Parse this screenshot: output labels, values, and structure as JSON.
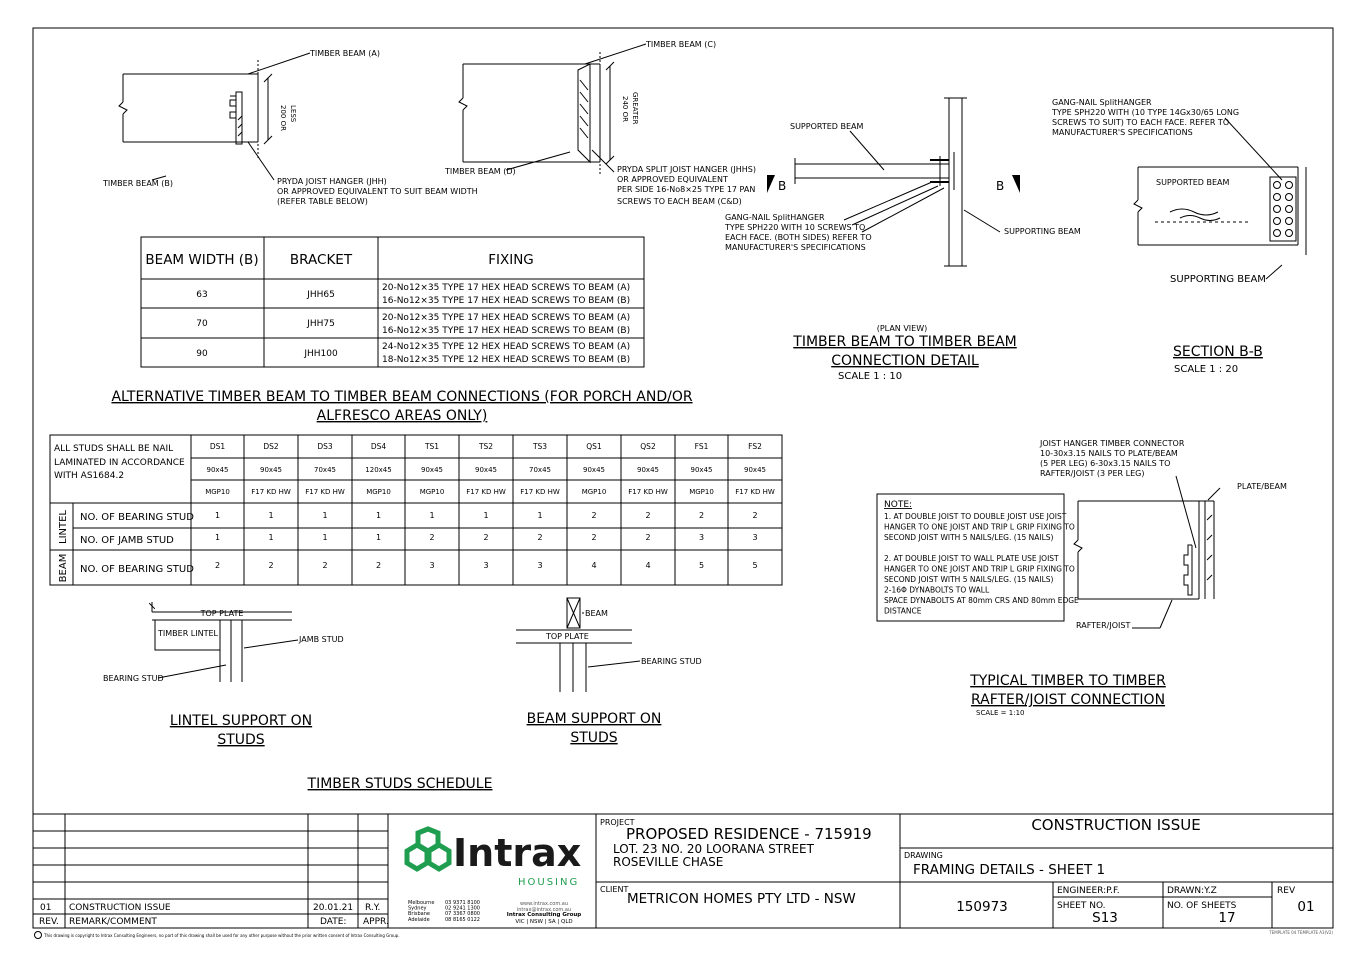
{
  "beam_details": {
    "beam_a_label": "TIMBER BEAM (A)",
    "beam_b_label": "TIMBER BEAM (B)",
    "beam_c_label": "TIMBER BEAM (C)",
    "beam_d_label": "TIMBER BEAM (D)",
    "dim_200": "200 OR",
    "dim_less": "LESS",
    "dim_240": "240 OR",
    "dim_greater": "GREATER",
    "jhh_note": [
      "PRYDA JOIST HANGER (JHH)",
      "OR APPROVED EQUIVALENT TO SUIT BEAM WIDTH",
      "(REFER TABLE BELOW)"
    ],
    "jhhs_note": [
      "PRYDA SPLIT JOIST HANGER (JHHS)",
      "OR APPROVED EQUIVALENT",
      "PER SIDE 16-No8×25 TYPE 17 PAN",
      "SCREWS TO EACH BEAM (C&D)"
    ]
  },
  "bracket_table": {
    "headers": [
      "BEAM WIDTH (B)",
      "BRACKET",
      "FIXING"
    ],
    "rows": [
      {
        "width": "63",
        "bracket": "JHH65",
        "fixing": [
          "20-No12×35 TYPE 17 HEX HEAD SCREWS TO BEAM (A)",
          "16-No12×35 TYPE 17 HEX HEAD SCREWS TO BEAM (B)"
        ]
      },
      {
        "width": "70",
        "bracket": "JHH75",
        "fixing": [
          "20-No12×35 TYPE 17 HEX HEAD SCREWS TO BEAM (A)",
          "16-No12×35 TYPE 17 HEX HEAD SCREWS TO BEAM (B)"
        ]
      },
      {
        "width": "90",
        "bracket": "JHH100",
        "fixing": [
          "24-No12×35 TYPE 12 HEX HEAD SCREWS TO BEAM (A)",
          "18-No12×35 TYPE 12 HEX HEAD SCREWS TO BEAM (B)"
        ]
      }
    ]
  },
  "alt_title": [
    "ALTERNATIVE TIMBER BEAM TO TIMBER BEAM CONNECTIONS (FOR PORCH AND/OR",
    "ALFRESCO AREAS ONLY)"
  ],
  "plan_detail": {
    "supported_beam": "SUPPORTED BEAM",
    "section_b": "B",
    "supporting_beam": "SUPPORTING BEAM",
    "gang_note": [
      "GANG-NAIL SplitHANGER",
      "TYPE SPH220 WITH 10 SCREWS TO",
      "EACH FACE. (BOTH SIDES) REFER TO",
      "MANUFACTURER'S SPECIFICATIONS"
    ],
    "plan_view": "(PLAN VIEW)",
    "title": [
      "TIMBER BEAM TO TIMBER BEAM",
      "CONNECTION DETAIL"
    ],
    "scale": "SCALE 1 : 10"
  },
  "section_bb": {
    "gang_note": [
      "GANG-NAIL SplitHANGER",
      "TYPE SPH220 WITH (10 TYPE 14Gx30/65 LONG",
      "SCREWS TO SUIT) TO EACH FACE. REFER TO",
      "MANUFACTURER'S SPECIFICATIONS"
    ],
    "supported_beam": "SUPPORTED BEAM",
    "supporting_beam": "SUPPORTING BEAM",
    "title": "SECTION B-B",
    "scale": "SCALE 1 : 20"
  },
  "studs_table": {
    "intro": [
      "ALL STUDS SHALL BE NAIL",
      "LAMINATED IN ACCORDANCE",
      "WITH AS1684.2"
    ],
    "codes": [
      "DS1",
      "DS2",
      "DS3",
      "DS4",
      "TS1",
      "TS2",
      "TS3",
      "QS1",
      "QS2",
      "FS1",
      "FS2"
    ],
    "sizes": [
      "90x45",
      "90x45",
      "70x45",
      "120x45",
      "90x45",
      "90x45",
      "70x45",
      "90x45",
      "90x45",
      "90x45",
      "90x45"
    ],
    "grades": [
      "MGP10",
      "F17 KD HW",
      "F17 KD HW",
      "MGP10",
      "MGP10",
      "F17 KD HW",
      "F17 KD HW",
      "MGP10",
      "F17 KD HW",
      "MGP10",
      "F17 KD HW"
    ],
    "lintel_label": "LINTEL",
    "beam_label": "BEAM",
    "rows": [
      {
        "label": "NO. OF BEARING STUD",
        "values": [
          "1",
          "1",
          "1",
          "1",
          "1",
          "1",
          "1",
          "2",
          "2",
          "2",
          "2"
        ]
      },
      {
        "label": "NO. OF JAMB STUD",
        "values": [
          "1",
          "1",
          "1",
          "1",
          "2",
          "2",
          "2",
          "2",
          "2",
          "3",
          "3"
        ]
      },
      {
        "label": "NO. OF BEARING STUD",
        "values": [
          "2",
          "2",
          "2",
          "2",
          "3",
          "3",
          "3",
          "4",
          "4",
          "5",
          "5"
        ]
      }
    ]
  },
  "lintel_detail": {
    "top_plate": "TOP PLATE",
    "timber_lintel": "TIMBER LINTEL",
    "jamb_stud": "JAMB STUD",
    "bearing_stud": "BEARING STUD",
    "title": [
      "LINTEL SUPPORT ON",
      "STUDS"
    ]
  },
  "beam_support": {
    "beam": "BEAM",
    "top_plate": "TOP PLATE",
    "bearing_stud": "BEARING STUD",
    "title": [
      "BEAM SUPPORT ON",
      "STUDS"
    ]
  },
  "schedule_title": "TIMBER STUDS SCHEDULE",
  "rafter_detail": {
    "connector_note": [
      "JOIST HANGER TIMBER CONNECTOR",
      "10-30x3.15 NAILS TO PLATE/BEAM",
      "(5 PER LEG) 6-30x3.15 NAILS TO",
      "RAFTER/JOIST (3 PER LEG)"
    ],
    "plate_beam": "PLATE/BEAM",
    "rafter_joist": "RAFTER/JOIST",
    "note_heading": "NOTE:",
    "note_lines": [
      "1. AT DOUBLE JOIST TO DOUBLE JOIST USE JOIST",
      "HANGER TO ONE JOIST AND TRIP L GRIP FIXING TO",
      "SECOND JOIST WITH 5 NAILS/LEG. (15 NAILS)",
      "",
      "2. AT DOUBLE JOIST TO WALL PLATE USE JOIST",
      "HANGER TO ONE JOIST AND TRIP L GRIP FIXING TO",
      "SECOND JOIST WITH 5 NAILS/LEG. (15 NAILS)",
      "2-16Φ DYNABOLTS TO WALL",
      "SPACE DYNABOLTS AT 80mm CRS AND 80mm EDGE",
      "DISTANCE"
    ],
    "title": [
      "TYPICAL TIMBER TO TIMBER",
      "RAFTER/JOIST CONNECTION"
    ],
    "scale": "SCALE = 1:10"
  },
  "title_block": {
    "rev_no": "01",
    "remark": "CONSTRUCTION ISSUE",
    "date": "20.01.21",
    "appr": "R.Y.",
    "rev_header": "REV.",
    "remark_header": "REMARK/COMMENT",
    "date_header": "DATE:",
    "appr_header": "APPR.",
    "logo_name": "Intrax",
    "logo_sub": "HOUSING",
    "offices": [
      "Melbourne",
      "Sydney",
      "Brisbane",
      "Adelaide"
    ],
    "phones": [
      "03 9371 8100",
      "02 9241 1300",
      "07 3367 0800",
      "08 8165 0122"
    ],
    "website": "www.intrax.com.au",
    "email": "intrax@intrax.com.au",
    "group": "Intrax Consulting Group",
    "states": "VIC | NSW | SA | QLD",
    "project_label": "PROJECT",
    "project_name": "PROPOSED RESIDENCE - 715919",
    "project_addr1": "LOT. 23 NO. 20 LOORANA STREET",
    "project_addr2": "ROSEVILLE CHASE",
    "client_label": "CLIENT",
    "client_name": "METRICON HOMES PTY LTD - NSW",
    "status": "CONSTRUCTION ISSUE",
    "drawing_label": "DRAWING",
    "drawing_name": "FRAMING DETAILS - SHEET 1",
    "job_no": "150973",
    "engineer": "ENGINEER:P.F.",
    "drawn": "DRAWN:Y.Z",
    "rev_label": "REV",
    "rev_value": "01",
    "sheet_no_label": "SHEET NO.",
    "sheet_no": "S13",
    "sheets_label": "NO. OF SHEETS",
    "sheets": "17"
  },
  "footer": {
    "copyright": "This drawing is copyright to Intrax Consulting Engineers, no part of this drawing shall be used for any other purpose without the prior written consent of Intrax Consulting Group.",
    "template": "TEMPLATE 04 TEMPLATE A3(V2)"
  }
}
